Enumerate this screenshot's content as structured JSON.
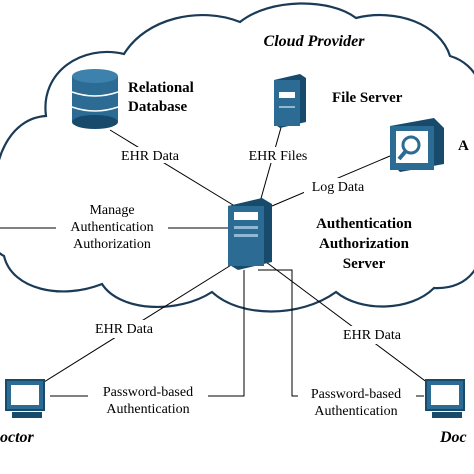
{
  "cloud": {
    "title": "Cloud Provider"
  },
  "nodes": {
    "database": {
      "line1": "Relational",
      "line2": "Database"
    },
    "file_server": {
      "label": "File Server"
    },
    "audit": {
      "label": "A"
    },
    "auth_server": {
      "line1": "Authentication",
      "line2": "Authorization",
      "line3": "Server"
    },
    "left_user": {
      "label": "octor"
    },
    "right_user": {
      "label": "Doc"
    }
  },
  "edges": {
    "db_ehr": "EHR Data",
    "file_ehr": "EHR Files",
    "log": "Log Data",
    "manage": {
      "line1": "Manage",
      "line2": "Authentication",
      "line3": "Authorization"
    },
    "left_ehr": "EHR Data",
    "right_ehr": "EHR Data",
    "left_auth": {
      "line1": "Password-based",
      "line2": "Authentication"
    },
    "right_auth": {
      "line1": "Password-based",
      "line2": "Authentication"
    }
  },
  "colors": {
    "device": "#2b6b94",
    "device_dark": "#174a6b",
    "outline": "#1a3a56",
    "line": "#000000"
  }
}
